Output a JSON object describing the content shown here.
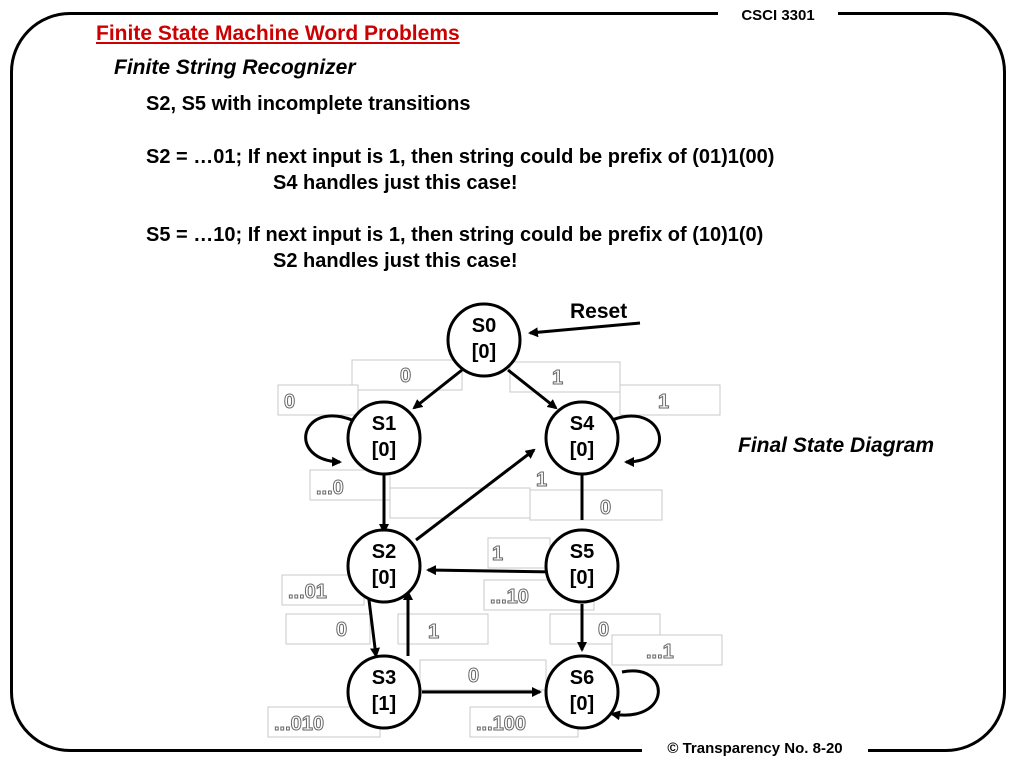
{
  "header": {
    "course": "CSCI 3301"
  },
  "footer": {
    "text": "© Transparency No. 8-20"
  },
  "title": "Finite State Machine Word Problems",
  "subtitle": "Finite String Recognizer",
  "body": {
    "line1": "S2, S5 with incomplete transitions",
    "line2": "S2 = …01; If next input is 1, then string could be prefix of (01)1(00)",
    "line3": "S4 handles just this case!",
    "line4": "S5 = …10; If next input is 1, then string could be prefix of (10)1(0)",
    "line5": "S2 handles just this case!"
  },
  "caption": "Final State Diagram",
  "diagram": {
    "reset_label": "Reset",
    "states": {
      "s0": {
        "name": "S0",
        "out": "[0]"
      },
      "s1": {
        "name": "S1",
        "out": "[0]"
      },
      "s4": {
        "name": "S4",
        "out": "[0]"
      },
      "s2": {
        "name": "S2",
        "out": "[0]"
      },
      "s5": {
        "name": "S5",
        "out": "[0]"
      },
      "s3": {
        "name": "S3",
        "out": "[1]"
      },
      "s6": {
        "name": "S6",
        "out": "[0]"
      }
    },
    "labels": {
      "s0_s1": "0",
      "s0_s4": "1",
      "s1_self": "0",
      "s4_self": "1",
      "s1_desc": "...0",
      "s1_s2": "1",
      "s4_s5": "0",
      "s5_s2": "1",
      "s2_desc": "...01",
      "s5_desc": "...10",
      "s2_s3": "0",
      "s3_s2": "1",
      "s5_s6": "0",
      "s6_desc_top": "...1",
      "s3_s6": "0",
      "s3_desc": "...010",
      "s6_desc": "...100"
    }
  }
}
